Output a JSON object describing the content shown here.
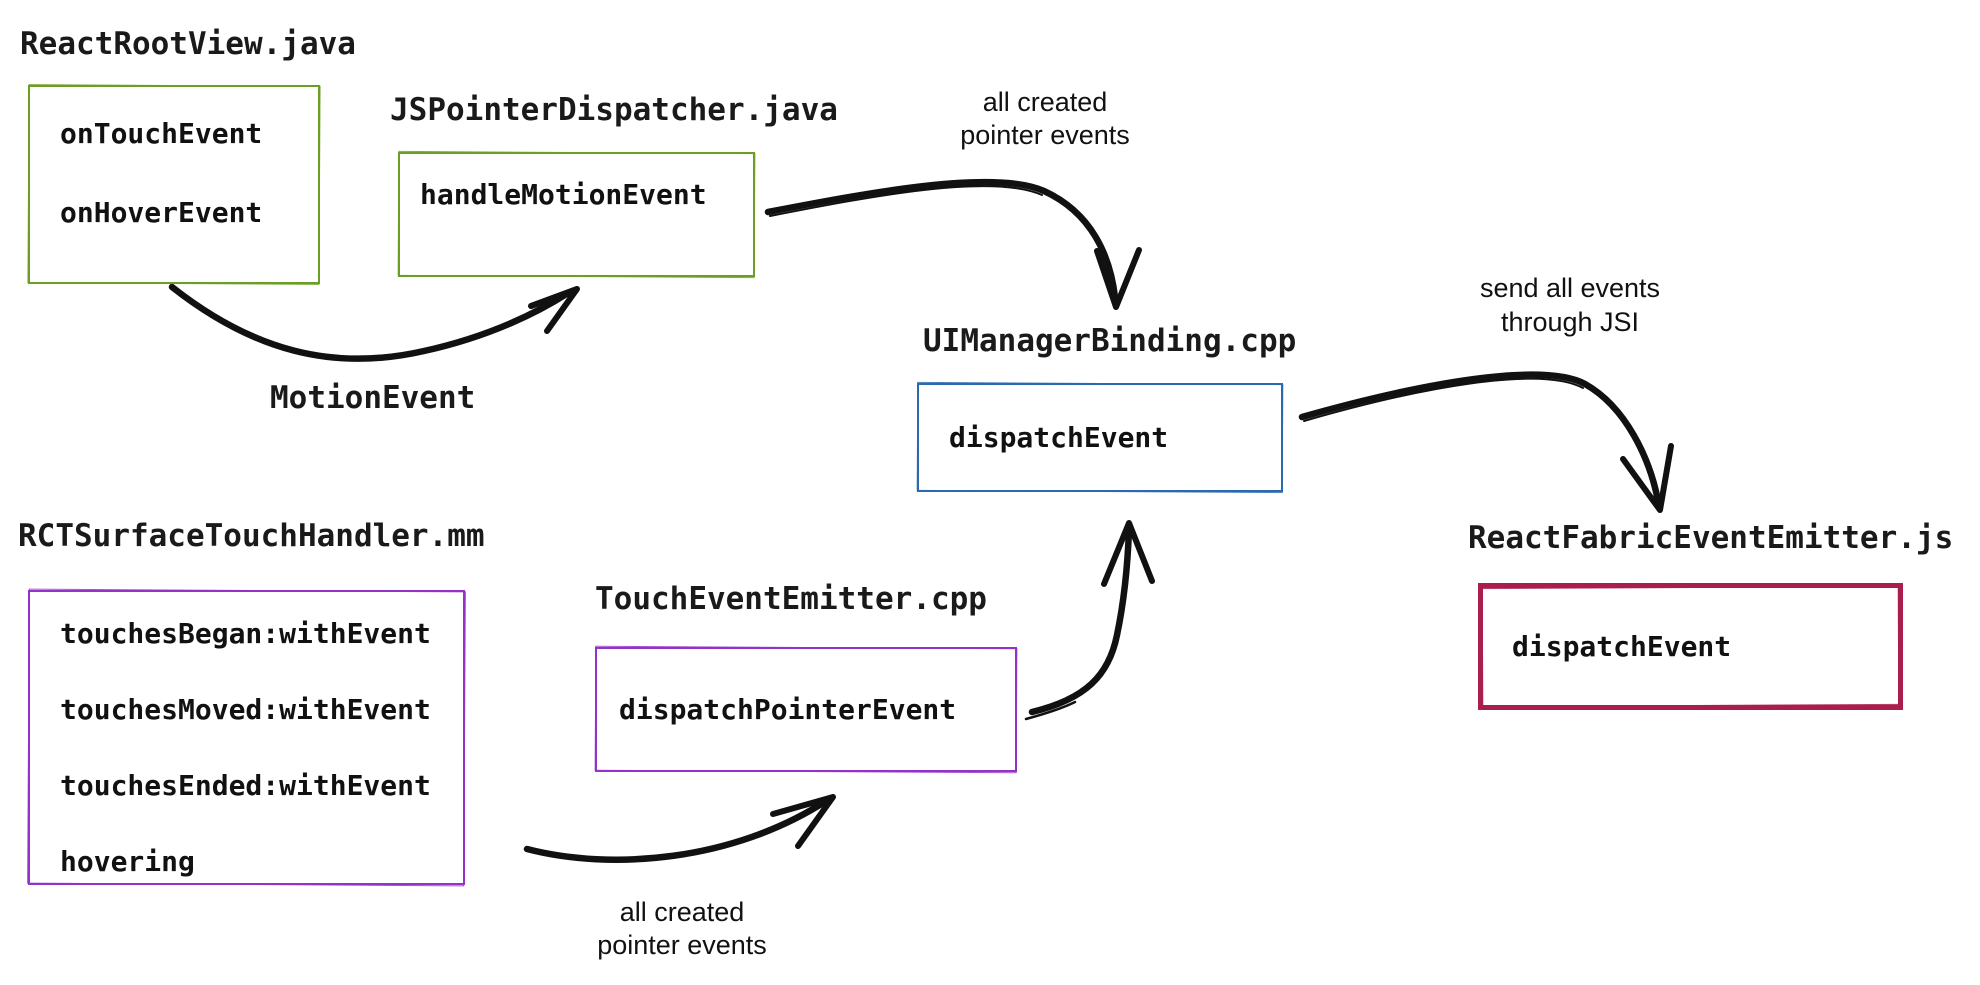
{
  "diagram": {
    "background": "#ffffff",
    "colors": {
      "green": "#6a9e25",
      "blue": "#2b69b0",
      "purple": "#9333c9",
      "crimson": "#a91e4d",
      "arrow": "#111111"
    },
    "nodes": {
      "reactRootView": {
        "title": "ReactRootView.java",
        "items": [
          "onTouchEvent",
          "onHoverEvent"
        ]
      },
      "jsPointerDispatcher": {
        "title": "JSPointerDispatcher.java",
        "items": [
          "handleMotionEvent"
        ]
      },
      "uiManagerBinding": {
        "title": "UIManagerBinding.cpp",
        "items": [
          "dispatchEvent"
        ]
      },
      "reactFabricEventEmitter": {
        "title": "ReactFabricEventEmitter.js",
        "items": [
          "dispatchEvent"
        ]
      },
      "rctSurfaceTouchHandler": {
        "title": "RCTSurfaceTouchHandler.mm",
        "items": [
          "touchesBegan:withEvent",
          "touchesMoved:withEvent",
          "touchesEnded:withEvent",
          "hovering"
        ]
      },
      "touchEventEmitter": {
        "title": "TouchEventEmitter.cpp",
        "items": [
          "dispatchPointerEvent"
        ]
      }
    },
    "edge_labels": {
      "motionEvent": {
        "label": "MotionEvent"
      },
      "allCreatedTop": {
        "line1": "all created",
        "line2": "pointer events"
      },
      "sendJsi": {
        "line1": "send all events",
        "line2": "through JSI"
      },
      "allCreatedBottom": {
        "line1": "all created",
        "line2": "pointer events"
      }
    }
  }
}
